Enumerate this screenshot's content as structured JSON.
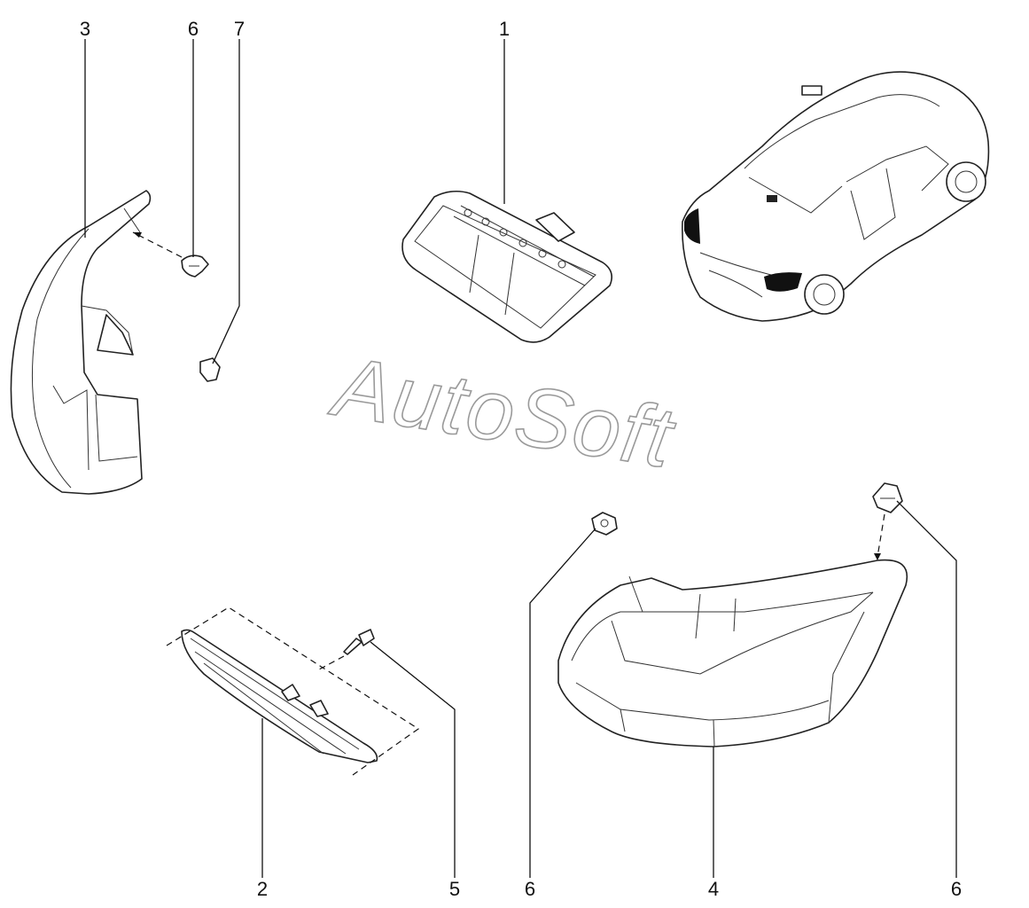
{
  "watermark": "AutoSoft",
  "callouts": {
    "c1": "1",
    "c2": "2",
    "c3": "3",
    "c4": "4",
    "c5": "5",
    "c6a": "6",
    "c6b": "6",
    "c6c": "6",
    "c7": "7"
  }
}
